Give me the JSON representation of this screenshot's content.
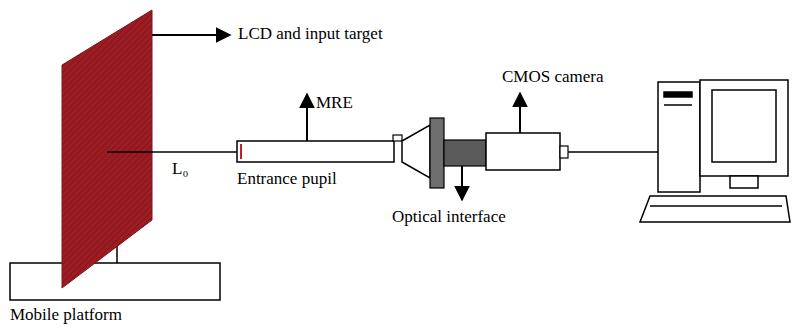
{
  "diagram": {
    "labels": [
      "LCD and input target",
      "MRE",
      "CMOS camera",
      "L₀",
      "Entrance pupil",
      "Optical interface",
      "Mobile platform"
    ]
  }
}
